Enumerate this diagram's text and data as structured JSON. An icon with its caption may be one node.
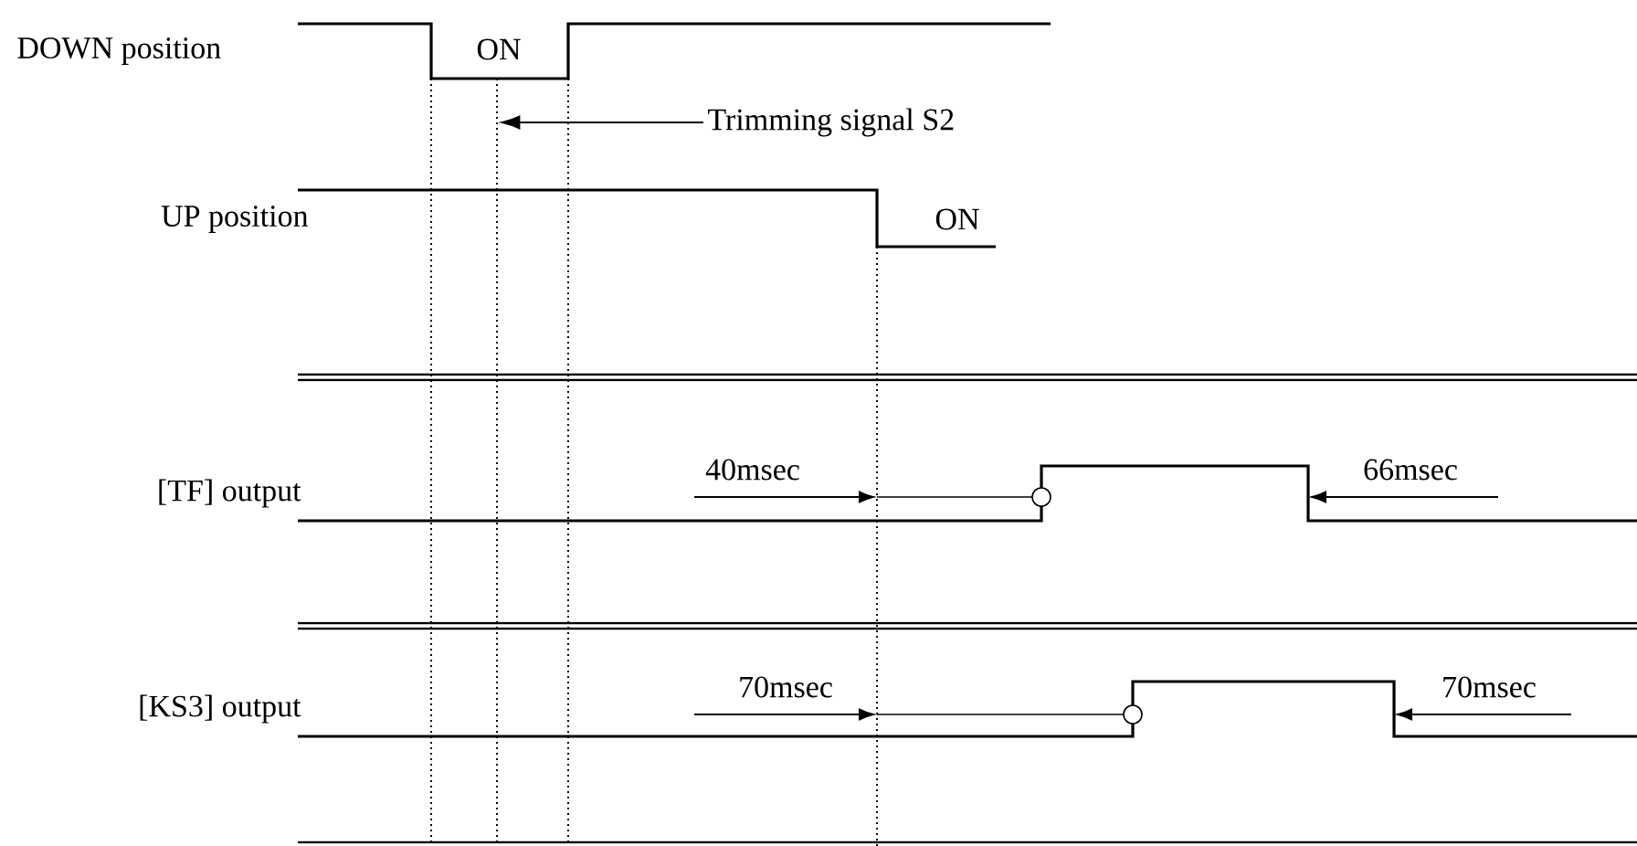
{
  "diagram": {
    "nodes": [
      {
        "text": [
          "Trimming signal S2"
        ]
      },
      {
        "text": [],
        "shape": "line"
      }
    ],
    "edges": [
      {
        "from": 0,
        "to": 1,
        "arrow": "to"
      }
    ],
    "labels": [
      "DOWN position",
      "ON",
      "UP position",
      "ON",
      "[TF] output",
      "40msec",
      "66msec",
      "[KS3] output",
      "70msec",
      "70msec"
    ]
  }
}
